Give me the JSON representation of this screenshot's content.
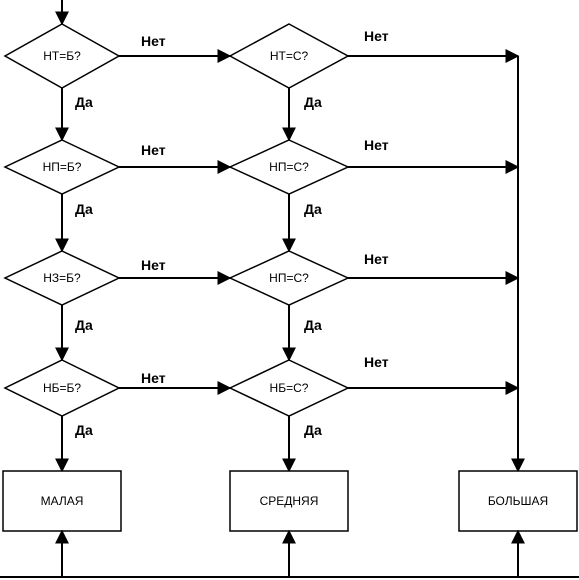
{
  "decisions": [
    [
      "НТ=Б?",
      "НТ=С?"
    ],
    [
      "НП=Б?",
      "НП=С?"
    ],
    [
      "НЗ=Б?",
      "НП=С?"
    ],
    [
      "НБ=Б?",
      "НБ=С?"
    ]
  ],
  "outcomes": [
    "МАЛАЯ",
    "СРЕДНЯЯ",
    "БОЛЬШАЯ"
  ],
  "edge_labels": {
    "yes": "Да",
    "no": "Нет"
  }
}
